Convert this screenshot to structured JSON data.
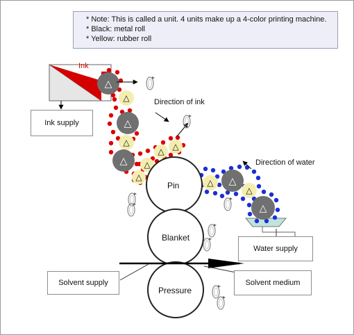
{
  "notes": [
    "* Note: This is called a unit. 4 units make up a 4-color printing machine.",
    "* Black: metal roll",
    "* Yellow: rubber roll"
  ],
  "labels": {
    "ink": "Ink",
    "ink_supply": "Ink supply",
    "direction_of_ink": "Direction of ink",
    "direction_of_water": "Direction of water",
    "water_supply": "Water supply",
    "solvent_supply": "Solvent supply",
    "solvent_medium": "Solvent medium"
  },
  "cylinders": [
    {
      "id": "pin",
      "label": "Pin"
    },
    {
      "id": "blanket",
      "label": "Blanket"
    },
    {
      "id": "pressure",
      "label": "Pressure"
    }
  ],
  "roll_symbol": "△",
  "colors": {
    "ink": "#dd0000",
    "water": "#1a2fd6",
    "metal_roll": "#707070",
    "rubber_roll": "#f3eeb0",
    "tray": "#bfe3dd",
    "note_bg": "#eeeef8"
  }
}
